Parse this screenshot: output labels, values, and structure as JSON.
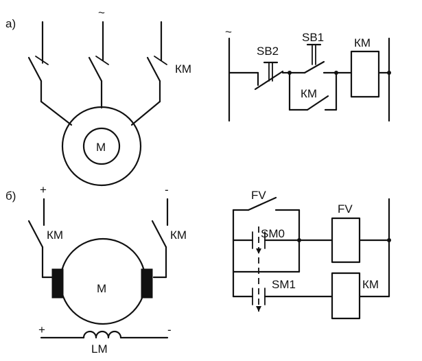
{
  "section_a": {
    "label": "а)",
    "ac_symbol": "~",
    "contactor_label": "КМ",
    "motor_label": "М",
    "control": {
      "ac_symbol": "~",
      "stop_button": "SB2",
      "start_button": "SB1",
      "holding_contact": "КМ",
      "coil": "КМ"
    }
  },
  "section_b": {
    "label": "б)",
    "plus_top": "+",
    "minus_top": "-",
    "contactor_left": "КМ",
    "contactor_right": "КМ",
    "motor_label": "М",
    "plus_bottom": "+",
    "minus_bottom": "-",
    "field_winding": "LM",
    "control": {
      "relay_contact": "FV",
      "switch_top": "SM0",
      "switch_bottom": "SM1",
      "relay_coil": "FV",
      "contactor_coil": "КМ"
    }
  }
}
